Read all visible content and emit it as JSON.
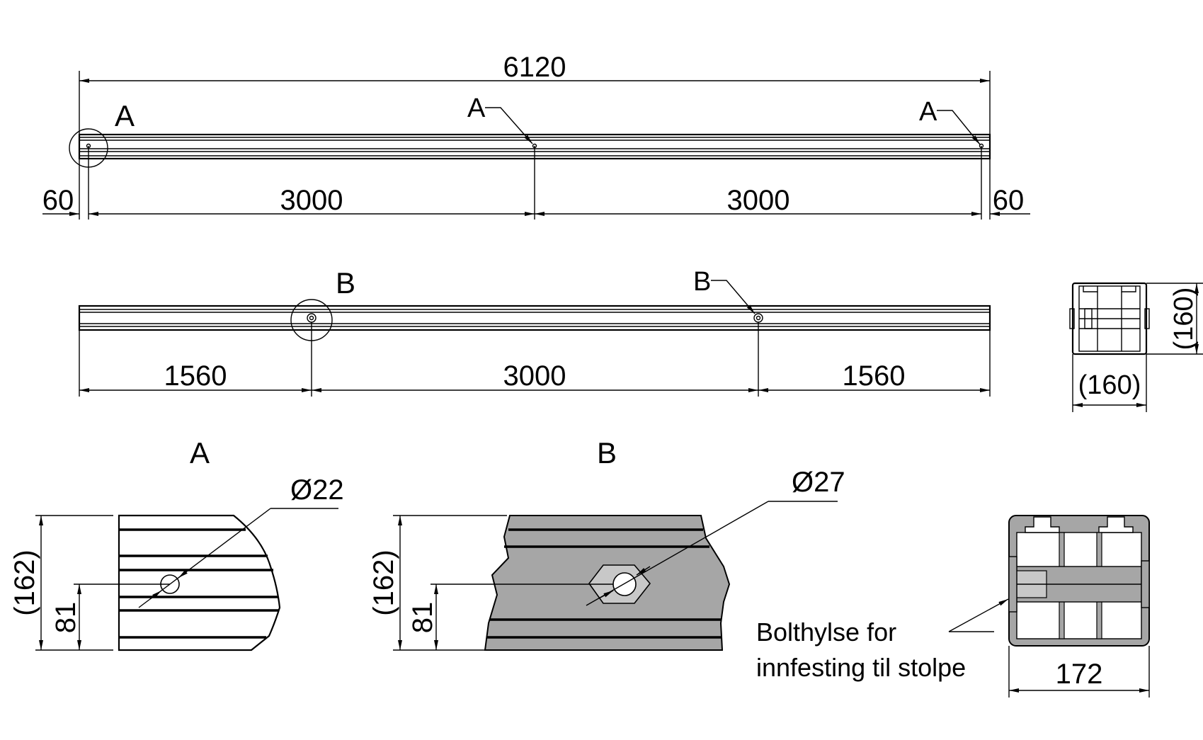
{
  "views": {
    "top": {
      "overall_dim": "6120",
      "detail_label": "A",
      "callout_1": "A",
      "callout_2": "A",
      "dim_left_end": "60",
      "dim_left_span": "3000",
      "dim_right_span": "3000",
      "dim_right_end": "60"
    },
    "middle": {
      "detail_label": "B",
      "callout": "B",
      "dim_left": "1560",
      "dim_center": "3000",
      "dim_right": "1560"
    },
    "section_small": {
      "height_dim": "(160)",
      "width_dim": "(160)"
    },
    "detail_a": {
      "title": "A",
      "diameter": "Ø22",
      "height_dim": "(162)",
      "offset_dim": "81"
    },
    "detail_b": {
      "title": "B",
      "diameter": "Ø27",
      "height_dim": "(162)",
      "offset_dim": "81"
    },
    "section_large": {
      "note_line1": "Bolthylse for",
      "note_line2": "innfesting til stolpe",
      "width_dim": "172"
    }
  },
  "colors": {
    "line": "#000000",
    "fill_gray": "#a6a6a6",
    "fill_light": "#c8c8c8"
  }
}
